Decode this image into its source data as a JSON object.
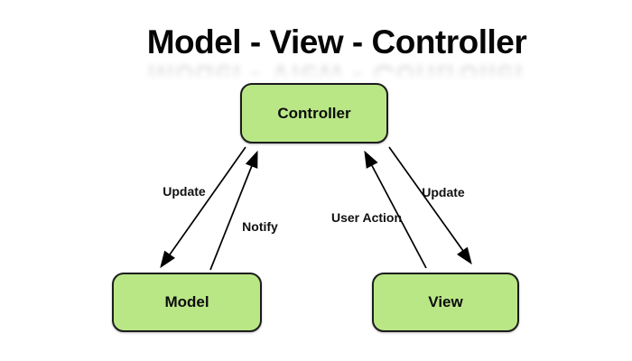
{
  "title": "Model - View - Controller",
  "nodes": {
    "controller": {
      "label": "Controller"
    },
    "model": {
      "label": "Model"
    },
    "view": {
      "label": "View"
    }
  },
  "edges": {
    "update_left": {
      "label": "Update",
      "from": "Controller",
      "to": "Model"
    },
    "notify": {
      "label": "Notify",
      "from": "Model",
      "to": "Controller"
    },
    "user_action": {
      "label": "User Action",
      "from": "View",
      "to": "Controller"
    },
    "update_right": {
      "label": "Update",
      "from": "Controller",
      "to": "View"
    }
  },
  "colors": {
    "node_fill": "#b9e786",
    "node_border": "#1c1c1c",
    "arrow": "#000000",
    "title_color": "#060606"
  }
}
